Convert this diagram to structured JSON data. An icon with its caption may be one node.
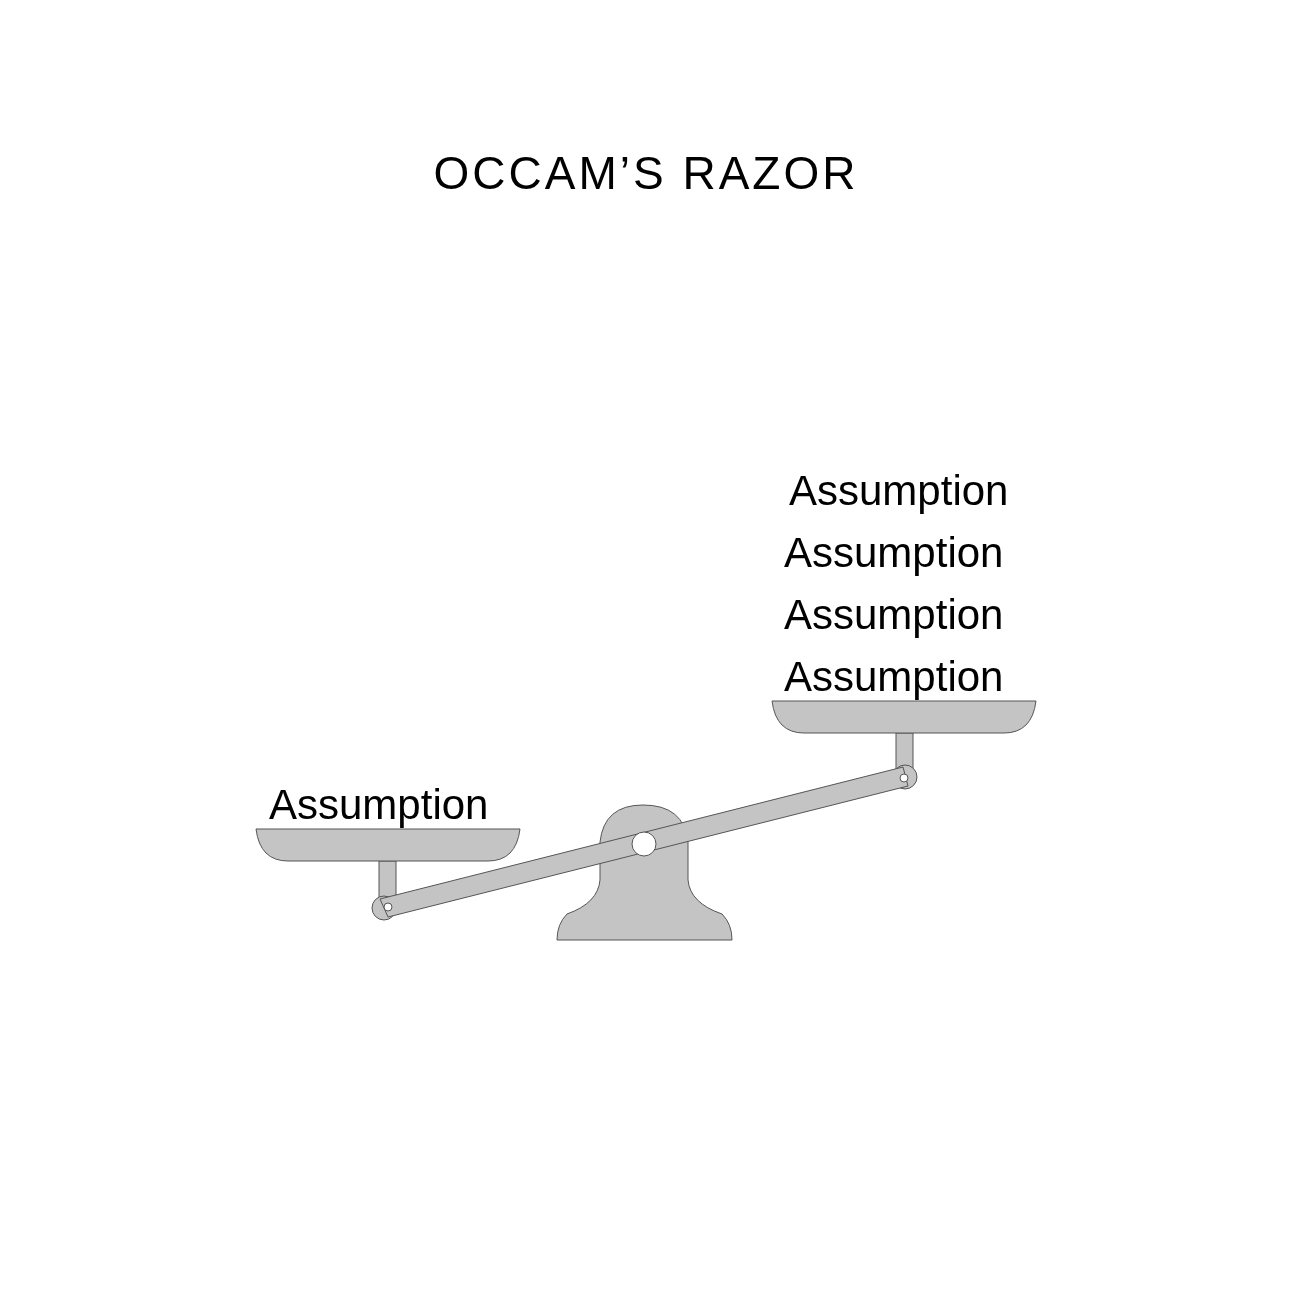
{
  "diagram": {
    "title": "OCCAM’S RAZOR",
    "labels": [
      "Assumption",
      "Assumption",
      "Assumption",
      "Assumption",
      "Assumption"
    ]
  }
}
